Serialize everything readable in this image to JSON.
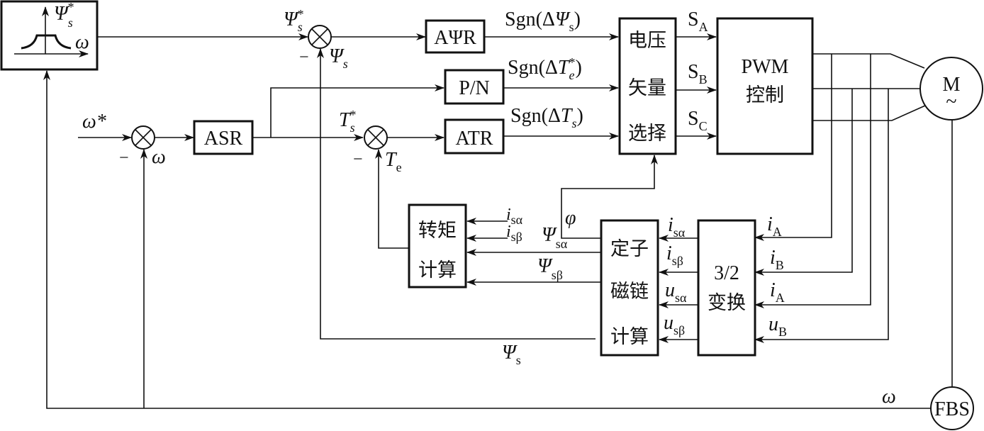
{
  "diagram": {
    "title": "DTC direct torque control system block diagram",
    "blocks": {
      "flux_generator": {
        "y_label": "Ψ",
        "y_sub": "s",
        "y_sup": "*",
        "x_label": "ω"
      },
      "aphir": "AΨR",
      "pn": "P/N",
      "asr": "ASR",
      "atr": "ATR",
      "voltage_vector_select": [
        "电压",
        "矢量",
        "选择"
      ],
      "pwm": [
        "PWM",
        "控制"
      ],
      "motor": {
        "label": "M",
        "symbol": "~"
      },
      "fbs": "FBS",
      "torque_calc": [
        "转矩",
        "计算"
      ],
      "flux_calc": [
        "定子",
        "磁链",
        "计算"
      ],
      "transform": [
        "3/2",
        "变换"
      ]
    },
    "signals": {
      "psi_ref": {
        "main": "Ψ",
        "sub": "s",
        "sup": "*"
      },
      "psi_fb": {
        "main": "Ψ",
        "sub": "s"
      },
      "minus": "−",
      "omega_ref": "ω*",
      "omega_fb": "ω",
      "t_ref": {
        "main": "T",
        "sub": "s",
        "sup": "*"
      },
      "t_fb": {
        "main": "T",
        "sub": "e"
      },
      "sgn_psi": {
        "pre": "Sgn(Δ",
        "main": "Ψ",
        "sub": "s",
        "post": ")"
      },
      "sgn_te": {
        "pre": "Sgn(Δ",
        "main": "T",
        "sub": "e",
        "sup": "*",
        "post": ")"
      },
      "sgn_ts": {
        "pre": "Sgn(Δ",
        "main": "T",
        "sub": "s",
        "post": ")"
      },
      "sa": {
        "main": "S",
        "sub": "A"
      },
      "sb": {
        "main": "S",
        "sub": "B"
      },
      "sc": {
        "main": "S",
        "sub": "C"
      },
      "phi": "φ",
      "i_salpha": {
        "main": "i",
        "sub": "sα"
      },
      "i_sbeta": {
        "main": "i",
        "sub": "sβ"
      },
      "psi_salpha": {
        "main": "Ψ",
        "sub": "sα"
      },
      "psi_sbeta": {
        "main": "Ψ",
        "sub": "sβ"
      },
      "u_salpha": {
        "main": "u",
        "sub": "sα"
      },
      "u_sbeta": {
        "main": "u",
        "sub": "sβ"
      },
      "i_A": {
        "main": "i",
        "sub": "A"
      },
      "i_B": {
        "main": "i",
        "sub": "B"
      },
      "i_A2": {
        "main": "i",
        "sub": "A"
      },
      "u_B": {
        "main": "u",
        "sub": "B"
      },
      "psi_s_bottom": {
        "main": "Ψ",
        "sub": "s"
      },
      "omega_bottom": "ω"
    }
  }
}
